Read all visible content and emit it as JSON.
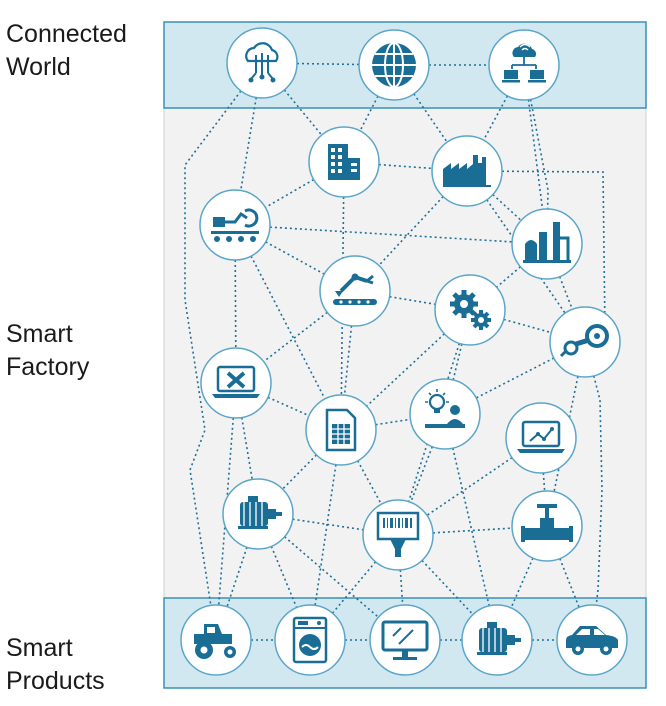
{
  "labels": {
    "connected_world": [
      "Connected",
      "World"
    ],
    "smart_factory": [
      "Smart",
      "Factory"
    ],
    "smart_products": [
      "Smart",
      "Products"
    ]
  },
  "colors": {
    "icon": "#1a6e96",
    "line": "#1f6f99",
    "band_fill": "#d2e8f1",
    "band_stroke": "#3b8fb8",
    "factory_fill": "#f2f2f2",
    "node_stroke": "#5aa6c8"
  },
  "nodes": [
    {
      "id": "cloud-network",
      "icon": "cloud-network-icon",
      "tier": "connected-world"
    },
    {
      "id": "globe",
      "icon": "globe-icon",
      "tier": "connected-world"
    },
    {
      "id": "cloud-computers",
      "icon": "cloud-computers-icon",
      "tier": "connected-world"
    },
    {
      "id": "office-building",
      "icon": "office-building-icon",
      "tier": "smart-factory"
    },
    {
      "id": "factory",
      "icon": "factory-icon",
      "tier": "smart-factory"
    },
    {
      "id": "conveyor-robot",
      "icon": "conveyor-robot-icon",
      "tier": "smart-factory"
    },
    {
      "id": "refinery",
      "icon": "refinery-icon",
      "tier": "smart-factory"
    },
    {
      "id": "robot-arm",
      "icon": "robot-arm-icon",
      "tier": "smart-factory"
    },
    {
      "id": "gears",
      "icon": "gears-icon",
      "tier": "smart-factory"
    },
    {
      "id": "steam-pipe",
      "icon": "steam-pipe-icon",
      "tier": "smart-factory"
    },
    {
      "id": "laptop-tools",
      "icon": "laptop-tools-icon",
      "tier": "smart-factory"
    },
    {
      "id": "spreadsheet",
      "icon": "spreadsheet-icon",
      "tier": "smart-factory"
    },
    {
      "id": "idea-person",
      "icon": "idea-person-icon",
      "tier": "smart-factory"
    },
    {
      "id": "laptop-chart",
      "icon": "laptop-chart-icon",
      "tier": "smart-factory"
    },
    {
      "id": "motor",
      "icon": "motor-icon",
      "tier": "smart-factory"
    },
    {
      "id": "barcode-scanner",
      "icon": "barcode-scanner-icon",
      "tier": "smart-factory"
    },
    {
      "id": "valve",
      "icon": "valve-icon",
      "tier": "smart-factory"
    },
    {
      "id": "tractor",
      "icon": "tractor-icon",
      "tier": "smart-products"
    },
    {
      "id": "washing-machine",
      "icon": "washing-machine-icon",
      "tier": "smart-products"
    },
    {
      "id": "monitor",
      "icon": "monitor-icon",
      "tier": "smart-products"
    },
    {
      "id": "electric-motor",
      "icon": "electric-motor-icon",
      "tier": "smart-products"
    },
    {
      "id": "car",
      "icon": "car-icon",
      "tier": "smart-products"
    }
  ],
  "edges": [
    [
      "cloud-network",
      "globe"
    ],
    [
      "globe",
      "cloud-computers"
    ],
    [
      "cloud-network",
      "office-building"
    ],
    [
      "cloud-network",
      "conveyor-robot"
    ],
    [
      "globe",
      "office-building"
    ],
    [
      "globe",
      "factory"
    ],
    [
      "cloud-computers",
      "factory"
    ],
    [
      "cloud-computers",
      "refinery"
    ],
    [
      "office-building",
      "factory"
    ],
    [
      "office-building",
      "conveyor-robot"
    ],
    [
      "office-building",
      "spreadsheet"
    ],
    [
      "factory",
      "refinery"
    ],
    [
      "factory",
      "robot-arm"
    ],
    [
      "factory",
      "steam-pipe"
    ],
    [
      "conveyor-robot",
      "refinery"
    ],
    [
      "conveyor-robot",
      "robot-arm"
    ],
    [
      "conveyor-robot",
      "laptop-tools"
    ],
    [
      "conveyor-robot",
      "spreadsheet"
    ],
    [
      "refinery",
      "gears"
    ],
    [
      "refinery",
      "steam-pipe"
    ],
    [
      "robot-arm",
      "gears"
    ],
    [
      "robot-arm",
      "spreadsheet"
    ],
    [
      "robot-arm",
      "laptop-tools"
    ],
    [
      "gears",
      "steam-pipe"
    ],
    [
      "gears",
      "spreadsheet"
    ],
    [
      "gears",
      "idea-person"
    ],
    [
      "gears",
      "barcode-scanner"
    ],
    [
      "steam-pipe",
      "idea-person"
    ],
    [
      "steam-pipe",
      "valve"
    ],
    [
      "laptop-tools",
      "spreadsheet"
    ],
    [
      "laptop-tools",
      "motor"
    ],
    [
      "laptop-tools",
      "tractor"
    ],
    [
      "spreadsheet",
      "idea-person"
    ],
    [
      "spreadsheet",
      "motor"
    ],
    [
      "spreadsheet",
      "barcode-scanner"
    ],
    [
      "spreadsheet",
      "washing-machine"
    ],
    [
      "idea-person",
      "barcode-scanner"
    ],
    [
      "idea-person",
      "electric-motor"
    ],
    [
      "laptop-chart",
      "valve"
    ],
    [
      "laptop-chart",
      "barcode-scanner"
    ],
    [
      "motor",
      "barcode-scanner"
    ],
    [
      "motor",
      "tractor"
    ],
    [
      "motor",
      "washing-machine"
    ],
    [
      "motor",
      "monitor"
    ],
    [
      "barcode-scanner",
      "valve"
    ],
    [
      "barcode-scanner",
      "washing-machine"
    ],
    [
      "barcode-scanner",
      "monitor"
    ],
    [
      "barcode-scanner",
      "electric-motor"
    ],
    [
      "valve",
      "electric-motor"
    ],
    [
      "valve",
      "car"
    ],
    [
      "tractor",
      "washing-machine"
    ],
    [
      "washing-machine",
      "monitor"
    ],
    [
      "monitor",
      "electric-motor"
    ],
    [
      "electric-motor",
      "car"
    ]
  ]
}
